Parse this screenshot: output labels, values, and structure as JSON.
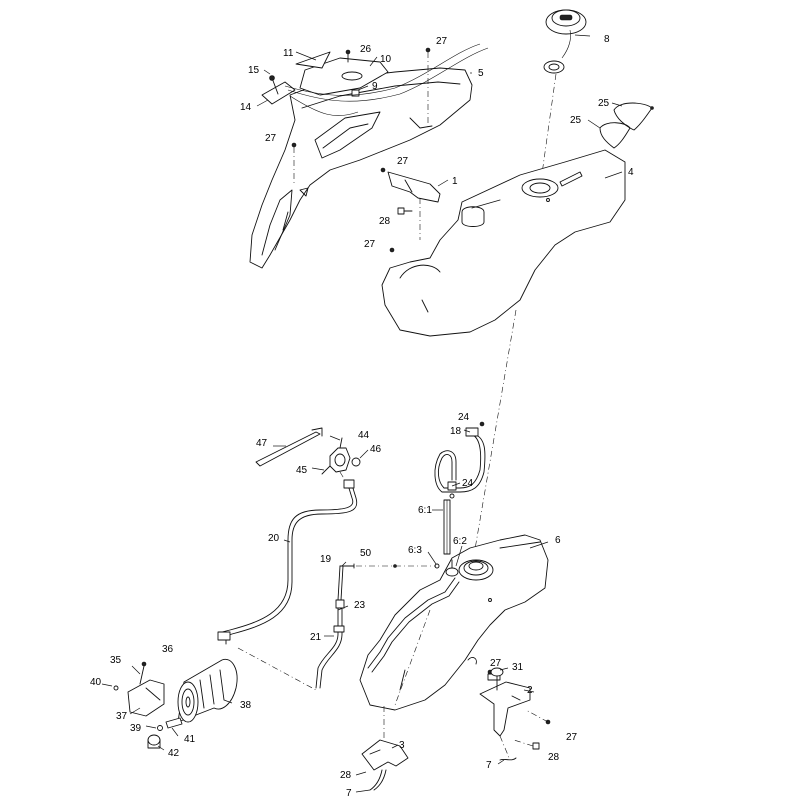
{
  "callouts": [
    {
      "id": "c1",
      "label": "1"
    },
    {
      "id": "c2",
      "label": "2"
    },
    {
      "id": "c3",
      "label": "3"
    },
    {
      "id": "c4",
      "label": "4"
    },
    {
      "id": "c5",
      "label": "5"
    },
    {
      "id": "c6",
      "label": "6"
    },
    {
      "id": "c6_1",
      "label": "6:1"
    },
    {
      "id": "c6_2",
      "label": "6:2"
    },
    {
      "id": "c6_3",
      "label": "6:3"
    },
    {
      "id": "c7a",
      "label": "7"
    },
    {
      "id": "c7b",
      "label": "7"
    },
    {
      "id": "c8",
      "label": "8"
    },
    {
      "id": "c9",
      "label": "9"
    },
    {
      "id": "c10",
      "label": "10"
    },
    {
      "id": "c11",
      "label": "11"
    },
    {
      "id": "c14",
      "label": "14"
    },
    {
      "id": "c15",
      "label": "15"
    },
    {
      "id": "c18",
      "label": "18"
    },
    {
      "id": "c19",
      "label": "19"
    },
    {
      "id": "c20",
      "label": "20"
    },
    {
      "id": "c21",
      "label": "21"
    },
    {
      "id": "c23",
      "label": "23"
    },
    {
      "id": "c24a",
      "label": "24"
    },
    {
      "id": "c24b",
      "label": "24"
    },
    {
      "id": "c25a",
      "label": "25"
    },
    {
      "id": "c25b",
      "label": "25"
    },
    {
      "id": "c26",
      "label": "26"
    },
    {
      "id": "c27a",
      "label": "27"
    },
    {
      "id": "c27b",
      "label": "27"
    },
    {
      "id": "c27c",
      "label": "27"
    },
    {
      "id": "c27d",
      "label": "27"
    },
    {
      "id": "c27e",
      "label": "27"
    },
    {
      "id": "c27f",
      "label": "27"
    },
    {
      "id": "c28a",
      "label": "28"
    },
    {
      "id": "c28b",
      "label": "28"
    },
    {
      "id": "c28c",
      "label": "28"
    },
    {
      "id": "c31",
      "label": "31"
    },
    {
      "id": "c35",
      "label": "35"
    },
    {
      "id": "c36",
      "label": "36"
    },
    {
      "id": "c37",
      "label": "37"
    },
    {
      "id": "c38",
      "label": "38"
    },
    {
      "id": "c39",
      "label": "39"
    },
    {
      "id": "c40",
      "label": "40"
    },
    {
      "id": "c41",
      "label": "41"
    },
    {
      "id": "c42",
      "label": "42"
    },
    {
      "id": "c44",
      "label": "44"
    },
    {
      "id": "c45",
      "label": "45"
    },
    {
      "id": "c46",
      "label": "46"
    },
    {
      "id": "c47",
      "label": "47"
    },
    {
      "id": "c50",
      "label": "50"
    }
  ]
}
